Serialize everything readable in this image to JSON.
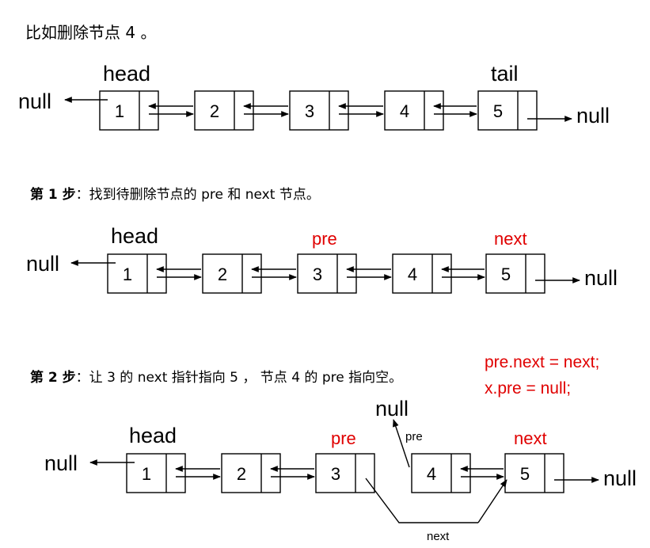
{
  "intro": "比如删除节点 4 。",
  "step1": {
    "prefix": "第 1 步",
    "text": "：找到待删除节点的 pre 和 next 节点。"
  },
  "step2": {
    "prefix": "第 2 步",
    "text": "：让 3 的 next 指针指向 5 ， 节点 4 的 pre 指向空。"
  },
  "code": [
    "pre.next = next;",
    "x.pre = null;"
  ],
  "labels": {
    "null": "null",
    "head": "head",
    "tail": "tail",
    "pre": "pre",
    "next": "next"
  },
  "nodes": [
    "1",
    "2",
    "3",
    "4",
    "5"
  ],
  "edge_labels": {
    "pre": "pre",
    "next": "next"
  },
  "colors": {
    "highlight": "#e00000",
    "line": "#000000"
  }
}
